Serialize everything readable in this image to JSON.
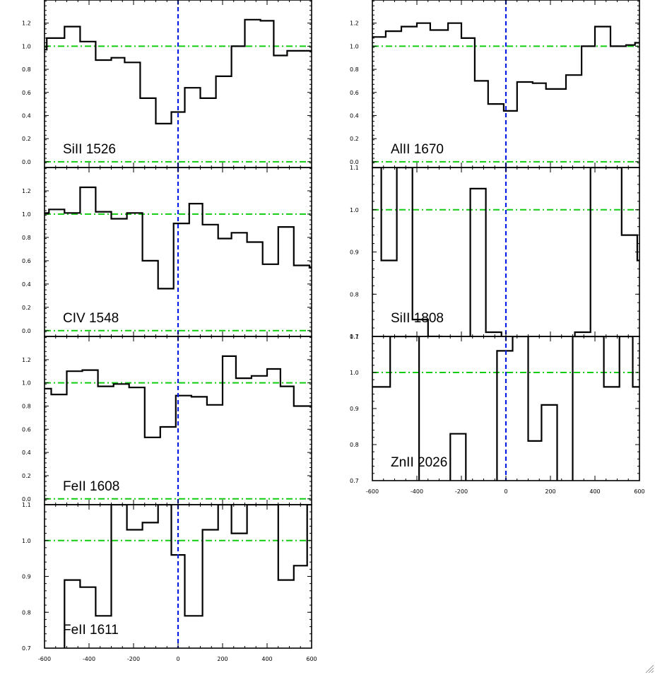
{
  "chart_data": [
    {
      "type": "line",
      "label": "SiII 1526",
      "xlim": [
        -600,
        600
      ],
      "ylim": [
        -0.05,
        1.4
      ],
      "yticks": [
        0.0,
        0.2,
        0.4,
        0.6,
        0.8,
        1.0,
        1.2
      ],
      "ytick_labels": [
        "0.0",
        "0.2",
        "0.4",
        "0.6",
        "0.8",
        "1.0",
        "1.2"
      ],
      "reference_lines": [
        0.0,
        1.0
      ],
      "x": [
        -620,
        -590,
        -510,
        -440,
        -370,
        -300,
        -240,
        -170,
        -100,
        -30,
        30,
        100,
        170,
        240,
        300,
        370,
        430,
        490,
        560,
        630
      ],
      "y": [
        0.97,
        1.07,
        1.17,
        1.04,
        0.88,
        0.9,
        0.86,
        0.55,
        0.33,
        0.43,
        0.64,
        0.55,
        0.74,
        1.0,
        1.23,
        1.22,
        0.92,
        0.96,
        0.96,
        0.96
      ]
    },
    {
      "type": "line",
      "label": "CIV 1548",
      "xlim": [
        -600,
        600
      ],
      "ylim": [
        -0.05,
        1.4
      ],
      "yticks": [
        0.0,
        0.2,
        0.4,
        0.6,
        0.8,
        1.0,
        1.2
      ],
      "ytick_labels": [
        "0.0",
        "0.2",
        "0.4",
        "0.6",
        "0.8",
        "1.0",
        "1.2"
      ],
      "reference_lines": [
        0.0,
        1.0
      ],
      "x": [
        -620,
        -580,
        -510,
        -440,
        -370,
        -300,
        -230,
        -160,
        -90,
        -20,
        50,
        110,
        180,
        240,
        310,
        380,
        450,
        520,
        590,
        630
      ],
      "y": [
        1.01,
        1.04,
        1.01,
        1.23,
        1.02,
        0.96,
        1.01,
        0.6,
        0.36,
        0.92,
        1.09,
        0.91,
        0.79,
        0.84,
        0.76,
        0.57,
        0.89,
        0.56,
        0.54,
        0.54
      ]
    },
    {
      "type": "line",
      "label": "FeII 1608",
      "xlim": [
        -600,
        600
      ],
      "ylim": [
        -0.05,
        1.4
      ],
      "yticks": [
        0.0,
        0.2,
        0.4,
        0.6,
        0.8,
        1.0,
        1.2
      ],
      "ytick_labels": [
        "0.0",
        "0.2",
        "0.4",
        "0.6",
        "0.8",
        "1.0",
        "1.2"
      ],
      "reference_lines": [
        0.0,
        1.0
      ],
      "x": [
        -620,
        -570,
        -500,
        -430,
        -360,
        -290,
        -220,
        -150,
        -80,
        -10,
        60,
        130,
        200,
        260,
        330,
        400,
        460,
        520,
        590,
        630
      ],
      "y": [
        0.95,
        0.9,
        1.1,
        1.11,
        0.97,
        0.99,
        0.96,
        0.53,
        0.62,
        0.89,
        0.88,
        0.81,
        1.23,
        1.04,
        1.06,
        1.12,
        0.97,
        0.8,
        0.8,
        0.8
      ]
    },
    {
      "type": "line",
      "label": "FeII 1611",
      "xlim": [
        -600,
        600
      ],
      "ylim": [
        0.7,
        1.1
      ],
      "yticks": [
        0.7,
        0.8,
        0.9,
        1.0,
        1.1
      ],
      "ytick_labels": [
        "0.7",
        "0.8",
        "0.9",
        "1.0",
        "1.1"
      ],
      "xticks": [
        -600,
        -400,
        -200,
        0,
        200,
        400,
        600
      ],
      "xtick_labels": [
        "-600",
        "-400",
        "-200",
        "0",
        "200",
        "400",
        "600"
      ],
      "reference_lines": [
        1.0
      ],
      "x": [
        -620,
        -580,
        -510,
        -440,
        -370,
        -300,
        -230,
        -160,
        -90,
        -30,
        30,
        110,
        180,
        240,
        310,
        370,
        450,
        520,
        580,
        630
      ],
      "y": [
        0.68,
        0.68,
        0.89,
        0.87,
        0.79,
        1.1,
        1.03,
        1.05,
        1.1,
        0.96,
        0.79,
        1.03,
        1.1,
        1.02,
        1.1,
        1.1,
        0.89,
        0.93,
        1.1,
        1.1
      ]
    },
    {
      "type": "line",
      "label": "AlII 1670",
      "xlim": [
        -600,
        600
      ],
      "ylim": [
        -0.05,
        1.4
      ],
      "yticks": [
        0.0,
        0.2,
        0.4,
        0.6,
        0.8,
        1.0,
        1.2
      ],
      "ytick_labels": [
        "0.0",
        "0.2",
        "0.4",
        "0.6",
        "0.8",
        "1.0",
        "1.2"
      ],
      "reference_lines": [
        0.0,
        1.0
      ],
      "x": [
        -620,
        -540,
        -470,
        -400,
        -340,
        -260,
        -200,
        -140,
        -80,
        -10,
        50,
        120,
        180,
        270,
        340,
        400,
        470,
        540,
        580,
        630
      ],
      "y": [
        1.08,
        1.13,
        1.17,
        1.2,
        1.14,
        1.2,
        1.07,
        0.7,
        0.5,
        0.44,
        0.69,
        0.68,
        0.63,
        0.75,
        1.0,
        1.17,
        1.0,
        1.01,
        1.03,
        1.03
      ]
    },
    {
      "type": "line",
      "label": "SiII 1808",
      "xlim": [
        -600,
        600
      ],
      "ylim": [
        0.7,
        1.1
      ],
      "yticks": [
        0.7,
        0.8,
        0.9,
        1.0,
        1.1
      ],
      "ytick_labels": [
        "0.7",
        "0.8",
        "0.9",
        "1.0",
        "1.1"
      ],
      "reference_lines": [
        1.0
      ],
      "x": [
        -620,
        -560,
        -490,
        -420,
        -350,
        -290,
        -230,
        -160,
        -90,
        -20,
        50,
        120,
        190,
        260,
        310,
        380,
        450,
        520,
        590,
        630
      ],
      "y": [
        1.1,
        0.88,
        1.1,
        0.74,
        0.7,
        0.69,
        0.69,
        1.05,
        0.71,
        0.69,
        0.69,
        0.69,
        0.69,
        0.69,
        0.71,
        1.1,
        1.1,
        0.94,
        0.88,
        0.88
      ]
    },
    {
      "type": "line",
      "label": "ZnII 2026",
      "xlim": [
        -600,
        600
      ],
      "ylim": [
        0.7,
        1.1
      ],
      "yticks": [
        0.7,
        0.8,
        0.9,
        1.0,
        1.1
      ],
      "ytick_labels": [
        "0.7",
        "0.8",
        "0.9",
        "1.0",
        "1.1"
      ],
      "xticks": [
        -600,
        -400,
        -200,
        0,
        200,
        400,
        600
      ],
      "xtick_labels": [
        "-600",
        "-400",
        "-200",
        "0",
        "200",
        "400",
        "600"
      ],
      "reference_lines": [
        1.0
      ],
      "x": [
        -620,
        -590,
        -520,
        -390,
        -320,
        -250,
        -180,
        -40,
        30,
        100,
        160,
        230,
        300,
        370,
        440,
        510,
        570,
        630
      ],
      "y": [
        0.96,
        0.96,
        1.1,
        0.69,
        0.69,
        0.83,
        0.69,
        1.06,
        1.1,
        0.81,
        0.91,
        0.69,
        1.1,
        1.1,
        0.96,
        1.1,
        0.96,
        0.96
      ]
    }
  ]
}
